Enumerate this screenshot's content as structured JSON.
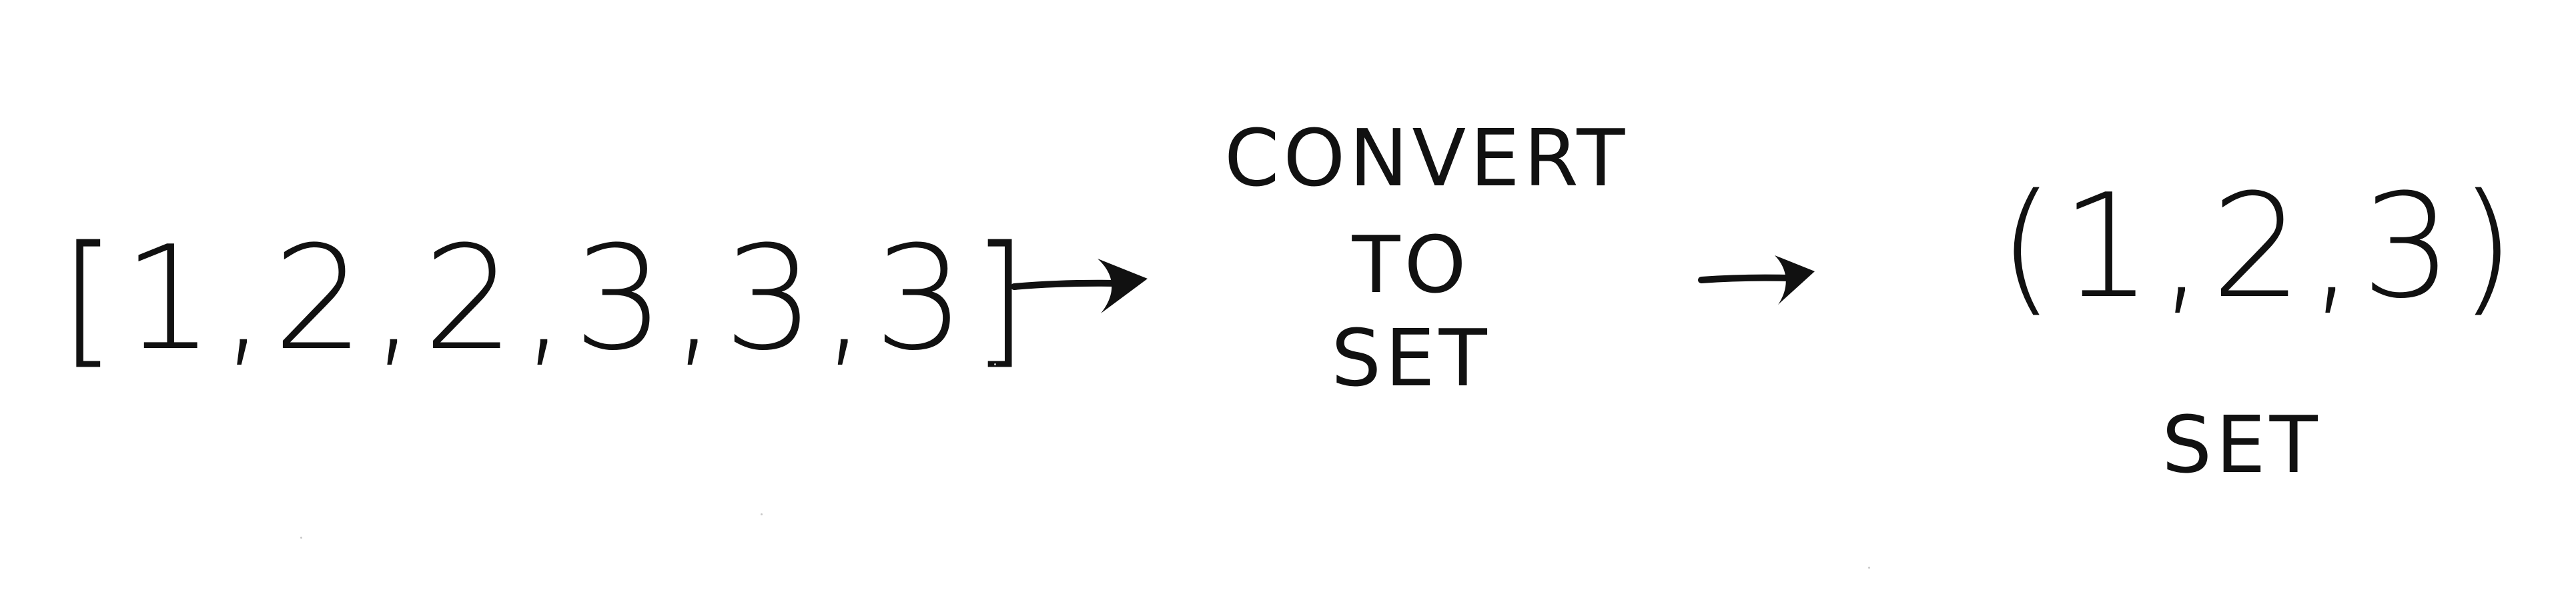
{
  "diagram": {
    "input_list": "[1,2,2,3,3,3]",
    "operation": {
      "line1": "CONVERT",
      "line2": "TO",
      "line3": "SET"
    },
    "output_set": "(1,2,3)",
    "output_label": "SET"
  },
  "icons": {
    "arrow_1": "right-arrow-icon",
    "arrow_2": "right-arrow-icon"
  },
  "colors": {
    "ink": "#111111",
    "background": "#ffffff"
  }
}
